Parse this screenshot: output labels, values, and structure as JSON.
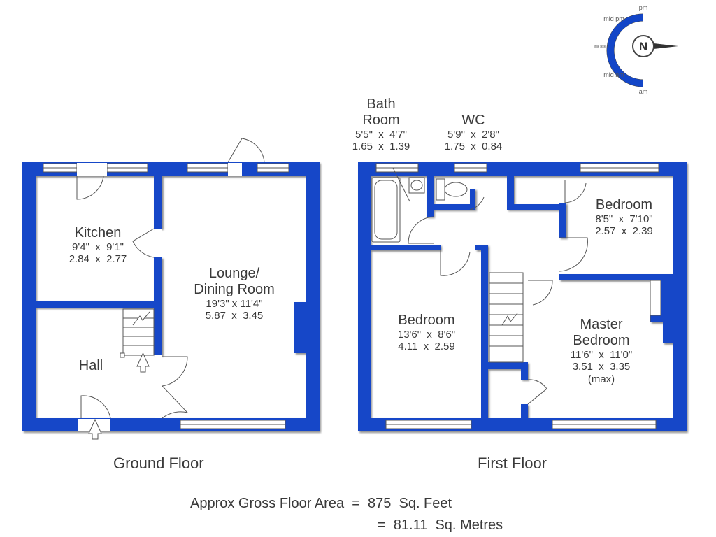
{
  "compass": {
    "north": "N",
    "labels": {
      "pm": "pm",
      "mid_pm": "mid pm",
      "noon": "noon",
      "mid_am": "mid am",
      "am": "am"
    }
  },
  "ground_floor": {
    "title": "Ground Floor",
    "kitchen": {
      "name": "Kitchen",
      "imperial": "9'4\"  x  9'1\"",
      "metric": "2.84  x  2.77"
    },
    "lounge": {
      "name_line1": "Lounge/",
      "name_line2": "Dining Room",
      "imperial": "19'3\" x 11'4\"",
      "metric": "5.87  x  3.45"
    },
    "hall": {
      "name": "Hall"
    }
  },
  "first_floor": {
    "title": "First Floor",
    "bathroom": {
      "name_line1": "Bath",
      "name_line2": "Room",
      "imperial": "5'5\"  x  4'7\"",
      "metric": "1.65  x  1.39"
    },
    "wc": {
      "name": "WC",
      "imperial": "5'9\"  x  2'8\"",
      "metric": "1.75  x  0.84"
    },
    "bedroom_small": {
      "name": "Bedroom",
      "imperial": "8'5\"  x  7'10\"",
      "metric": "2.57  x  2.39"
    },
    "bedroom_mid": {
      "name": "Bedroom",
      "imperial": "13'6\"  x  8'6\"",
      "metric": "4.11  x  2.59"
    },
    "master": {
      "name_line1": "Master",
      "name_line2": "Bedroom",
      "imperial": "11'6\"  x  11'0\"",
      "metric": "3.51  x  3.35",
      "note": "(max)"
    }
  },
  "area": {
    "line1": "Approx Gross Floor Area  =  875  Sq. Feet",
    "line2": "=  81.11  Sq. Metres"
  },
  "colors": {
    "wall": "#1346c8",
    "window": "#ffffff",
    "line": "#555555"
  }
}
